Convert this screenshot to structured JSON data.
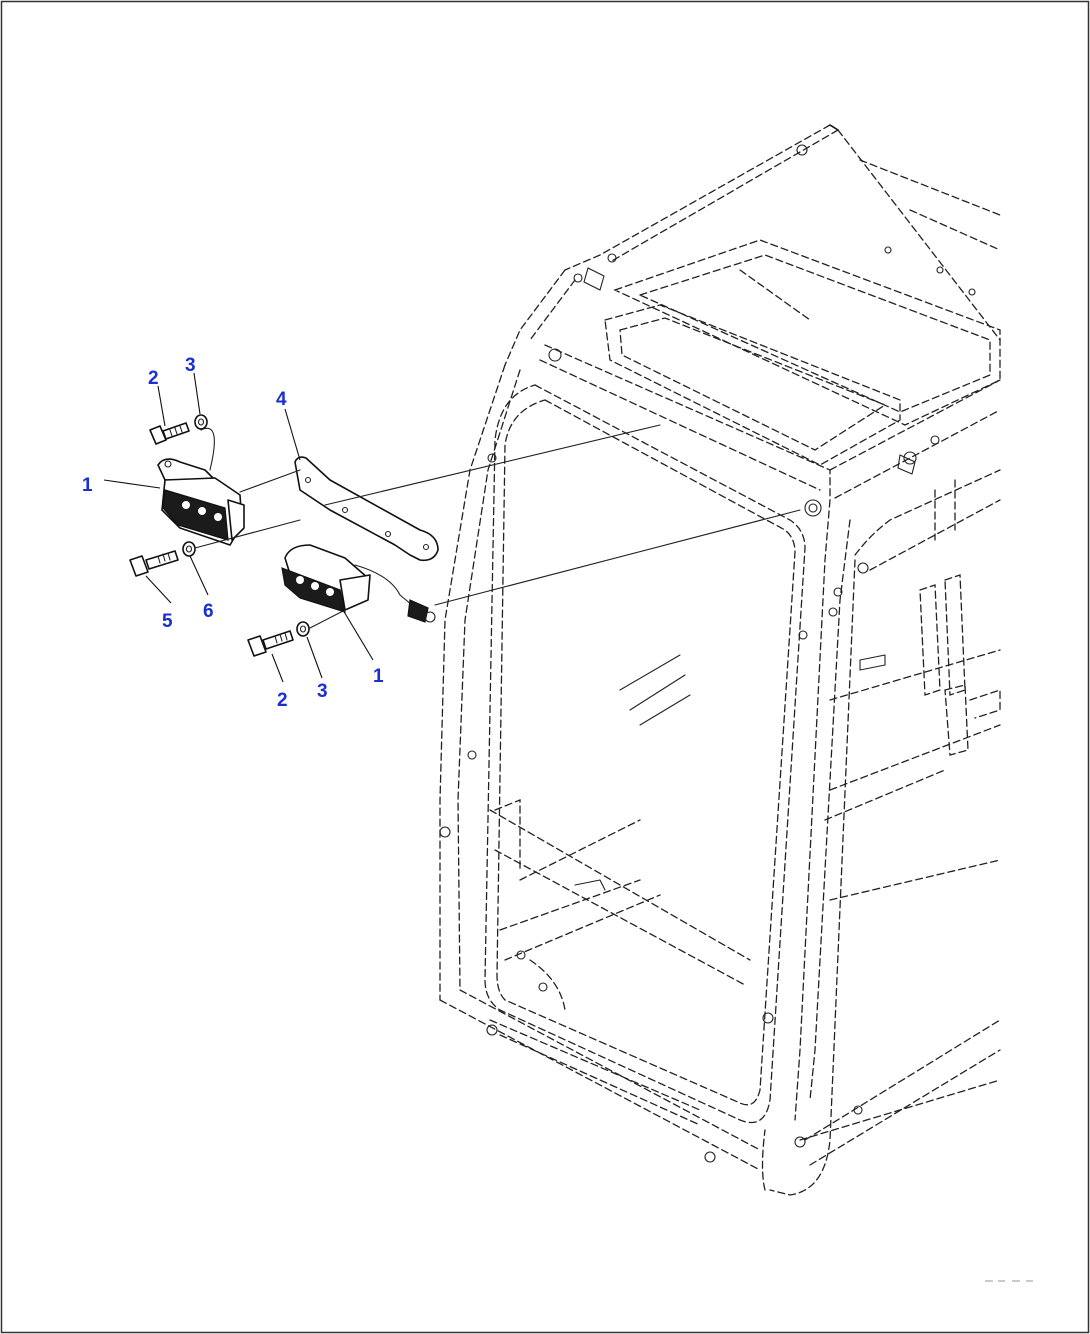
{
  "diagram": {
    "callouts": [
      {
        "id": "c-1-top",
        "text": "1"
      },
      {
        "id": "c-2-top",
        "text": "2"
      },
      {
        "id": "c-3-top",
        "text": "3"
      },
      {
        "id": "c-4",
        "text": "4"
      },
      {
        "id": "c-5",
        "text": "5"
      },
      {
        "id": "c-6",
        "text": "6"
      },
      {
        "id": "c-2-bottom",
        "text": "2"
      },
      {
        "id": "c-3-bottom",
        "text": "3"
      },
      {
        "id": "c-1-bottom",
        "text": "1"
      }
    ],
    "callout_color": "#1a2fd1",
    "line_color": "#111111"
  }
}
